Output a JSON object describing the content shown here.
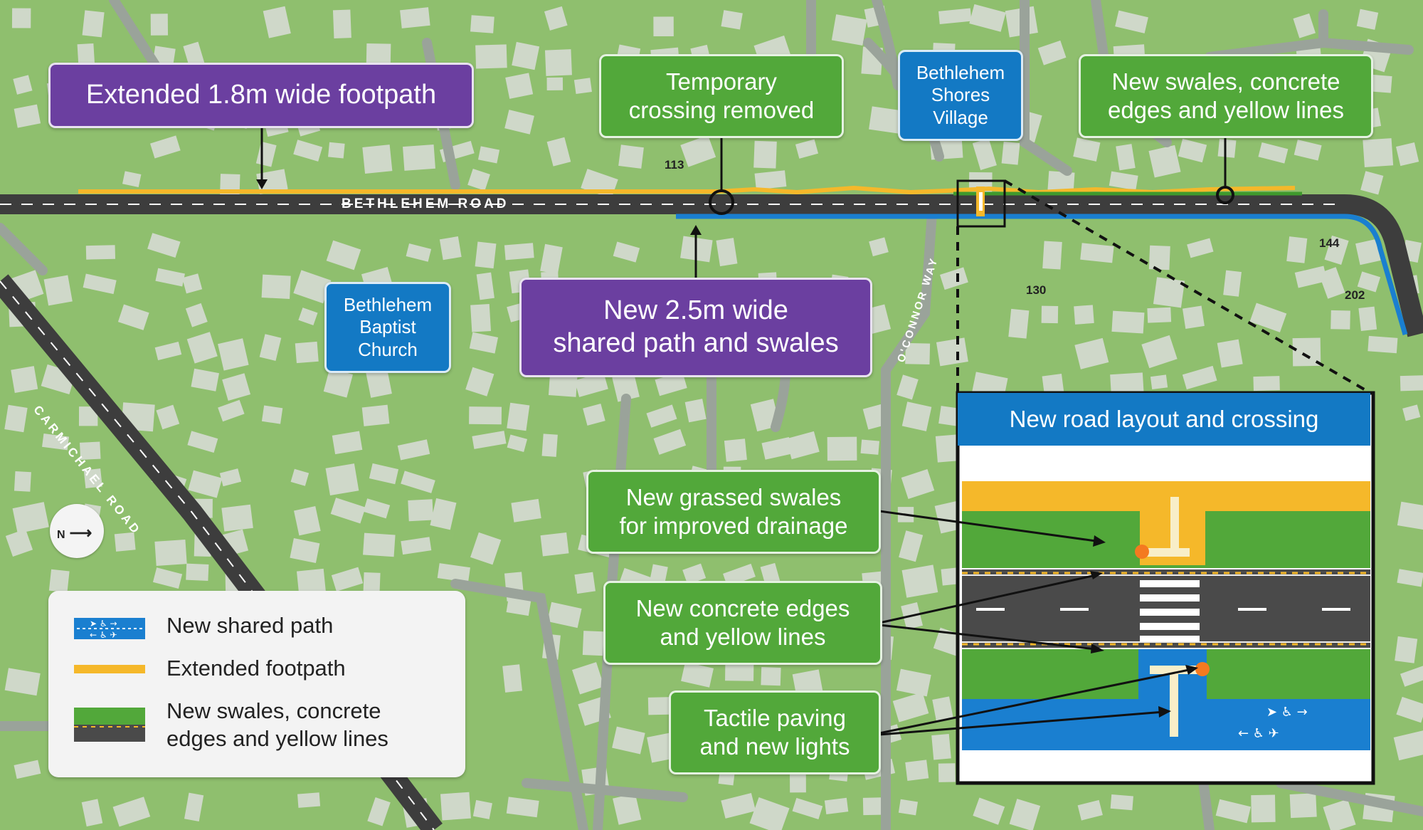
{
  "roads": {
    "bethlehem_road": "BETHLEHEM ROAD",
    "carmichael_road": "CARMICHAEL ROAD",
    "oconnor_way": "O'CONNOR WAY"
  },
  "house_numbers": [
    "113",
    "130",
    "144",
    "202"
  ],
  "callouts": {
    "extended_footpath": "Extended 1.8m wide footpath",
    "temporary_crossing": [
      "Temporary",
      "crossing removed"
    ],
    "new_swales_top": [
      "New swales, concrete",
      "edges and yellow lines"
    ],
    "new_shared_path": [
      "New 2.5m wide",
      "shared path and swales"
    ],
    "grassed_swales": [
      "New grassed swales",
      "for improved drainage"
    ],
    "concrete_edges": [
      "New concrete edges",
      "and yellow lines"
    ],
    "tactile_paving": [
      "Tactile paving",
      "and new lights"
    ]
  },
  "places": {
    "bethlehem_shores_village": [
      "Bethlehem",
      "Shores",
      "Village"
    ],
    "bethlehem_baptist_church": [
      "Bethlehem",
      "Baptist",
      "Church"
    ]
  },
  "inset": {
    "title": "New road layout and crossing"
  },
  "compass": {
    "label": "N"
  },
  "legend": {
    "items": [
      {
        "label": "New shared path",
        "symbol": "blue-path-with-bike-icons"
      },
      {
        "label": "Extended footpath",
        "symbol": "yellow-line"
      },
      {
        "label": "New swales, concrete\nedges and yellow lines",
        "symbol": "green-swale-over-road"
      }
    ]
  },
  "colors": {
    "grass": "#8fbf6e",
    "buildings": "#cfd8c9",
    "road": "#4a4a4a",
    "shared_path": "#1a7fd0",
    "footpath": "#f5b82a",
    "swale": "#52a83a",
    "callout_purple": "#6b3fa0",
    "callout_green": "#52a83a",
    "callout_blue": "#1379c4"
  }
}
